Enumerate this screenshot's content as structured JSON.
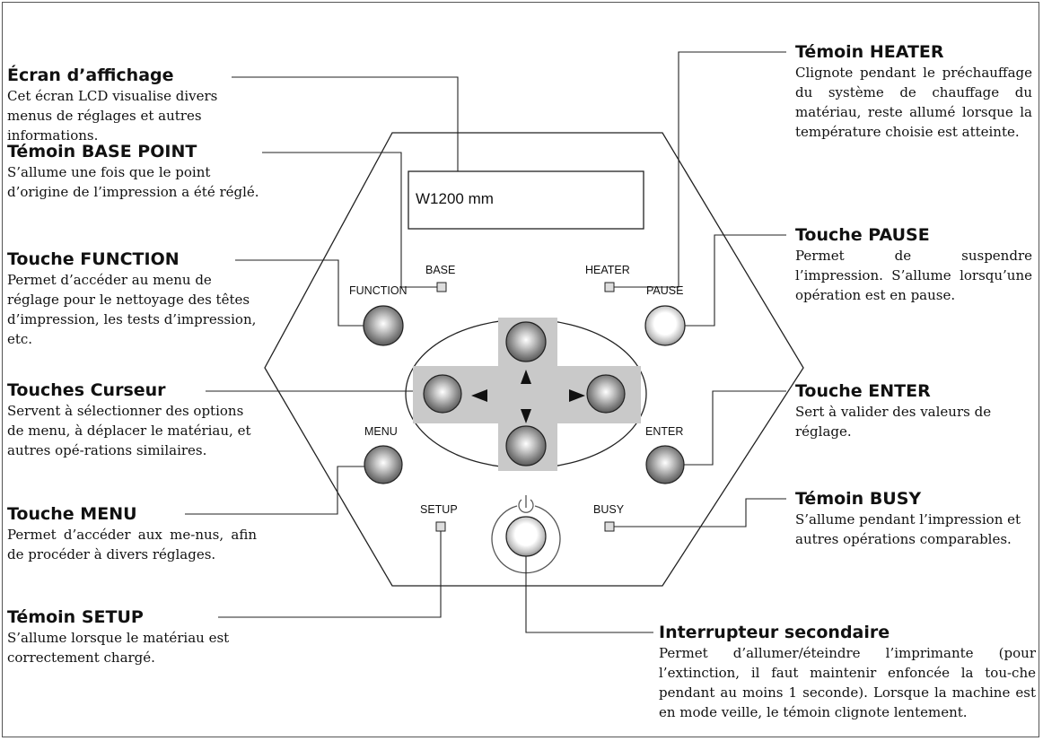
{
  "callouts": {
    "ecran": {
      "title": "Écran d’affichage",
      "text": "Cet écran LCD visualise divers menus de réglages et autres informations."
    },
    "base_point": {
      "title": "Témoin BASE POINT",
      "text": "S’allume une fois que le point d’origine de l’impression a été réglé."
    },
    "function": {
      "title": "Touche FUNCTION",
      "text": "Permet d’accéder au menu de réglage pour le nettoyage des têtes d’impression, les tests d’impression, etc."
    },
    "curseur": {
      "title": "Touches Curseur",
      "text": "Servent à sélectionner des options de menu, à déplacer le matériau, et autres opé-rations similaires."
    },
    "menu": {
      "title": "Touche MENU",
      "text": "Permet d’accéder aux me-nus, afin de procéder à divers réglages."
    },
    "setup": {
      "title": "Témoin SETUP",
      "text": "S’allume lorsque le matériau est correctement chargé."
    },
    "heater": {
      "title": "Témoin HEATER",
      "text": "Clignote pendant le préchauffage du système de chauffage du matériau, reste allumé lorsque la température choisie est atteinte."
    },
    "pause": {
      "title": "Touche PAUSE",
      "text": "Permet de suspendre l’impression. S’allume lorsqu’une opération est en pause."
    },
    "enter": {
      "title": "Touche ENTER",
      "text": "Sert à valider des valeurs de réglage."
    },
    "busy": {
      "title": "Témoin BUSY",
      "text": "S’allume pendant l’impression et autres opérations comparables."
    },
    "interrupteur": {
      "title": "Interrupteur secondaire",
      "text": "Permet d’allumer/éteindre l’imprimante (pour l’extinction, il faut maintenir enfoncée la tou-che pendant au moins 1 seconde). Lorsque la machine est en mode veille, le témoin clignote lentement."
    }
  },
  "panel": {
    "lcd_text": "W1200 mm",
    "labels": {
      "base": "BASE",
      "heater": "HEATER",
      "function": "FUNCTION",
      "pause": "PAUSE",
      "menu": "MENU",
      "enter": "ENTER",
      "setup": "SETUP",
      "busy": "BUSY"
    }
  }
}
